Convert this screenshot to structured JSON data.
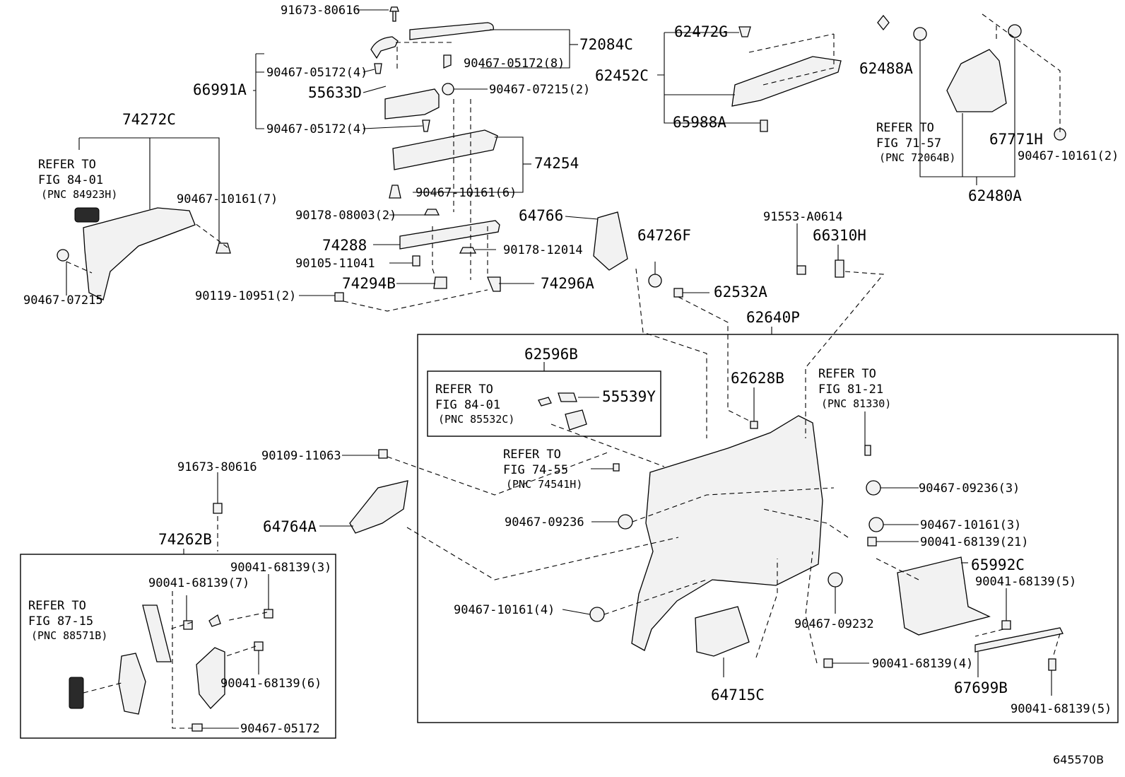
{
  "diagram_id": "645570B",
  "labels": {
    "p91673_80616_top": "91673-80616",
    "p90467_05172_4a": "90467-05172(4)",
    "p66991A": "66991A",
    "p55633D": "55633D",
    "p90467_05172_4b": "90467-05172(4)",
    "p72084C": "72084C",
    "p90467_05172_8": "90467-05172(8)",
    "p90467_07215_2": "90467-07215(2)",
    "p74254": "74254",
    "p90467_10161_6": "90467-10161(6)",
    "p90178_08003_2": "90178-08003(2)",
    "p74288": "74288",
    "p90178_12014": "90178-12014",
    "p90105_11041": "90105-11041",
    "p74294B": "74294B",
    "p74296A": "74296A",
    "p90119_10951_2": "90119-10951(2)",
    "p74272C": "74272C",
    "p90467_10161_7": "90467-10161(7)",
    "p90467_07215": "90467-07215",
    "p62472G": "62472G",
    "p62452C": "62452C",
    "p65988A": "65988A",
    "p62488A": "62488A",
    "p67771H": "67771H",
    "p90467_10161_2": "90467-10161(2)",
    "p62480A": "62480A",
    "p64766": "64766",
    "p64726F": "64726F",
    "p62532A": "62532A",
    "p91553_A0614": "91553-A0614",
    "p66310H": "66310H",
    "p62640P": "62640P",
    "p62596B": "62596B",
    "p55539Y": "55539Y",
    "p62628B": "62628B",
    "p90109_11063": "90109-11063",
    "p91673_80616_low": "91673-80616",
    "p74262B": "74262B",
    "p64764A": "64764A",
    "p90467_09236_3": "90467-09236(3)",
    "p90467_09236": "90467-09236",
    "p90467_10161_3": "90467-10161(3)",
    "p90041_68139_21": "90041-68139(21)",
    "p65992C": "65992C",
    "p90041_68139_5a": "90041-68139(5)",
    "p90467_10161_4": "90467-10161(4)",
    "p90467_09232": "90467-09232",
    "p90041_68139_4": "90041-68139(4)",
    "p64715C": "64715C",
    "p67699B": "67699B",
    "p90041_68139_5b": "90041-68139(5)",
    "p90041_68139_3": "90041-68139(3)",
    "p90041_68139_7": "90041-68139(7)",
    "p90041_68139_6": "90041-68139(6)",
    "p90467_05172": "90467-05172"
  },
  "refs": {
    "r84_01_a": [
      "REFER TO",
      "FIG 84-01",
      "(PNC 84923H)"
    ],
    "r71_57": [
      "REFER TO",
      "FIG 71-57",
      "(PNC 72064B)"
    ],
    "r84_01_b": [
      "REFER TO",
      "FIG 84-01",
      "(PNC 85532C)"
    ],
    "r81_21": [
      "REFER TO",
      "FIG 81-21",
      "(PNC 81330)"
    ],
    "r74_55": [
      "REFER TO",
      "FIG 74-55",
      "(PNC 74541H)"
    ],
    "r87_15": [
      "REFER TO",
      "FIG 87-15",
      "(PNC 88571B)"
    ]
  }
}
